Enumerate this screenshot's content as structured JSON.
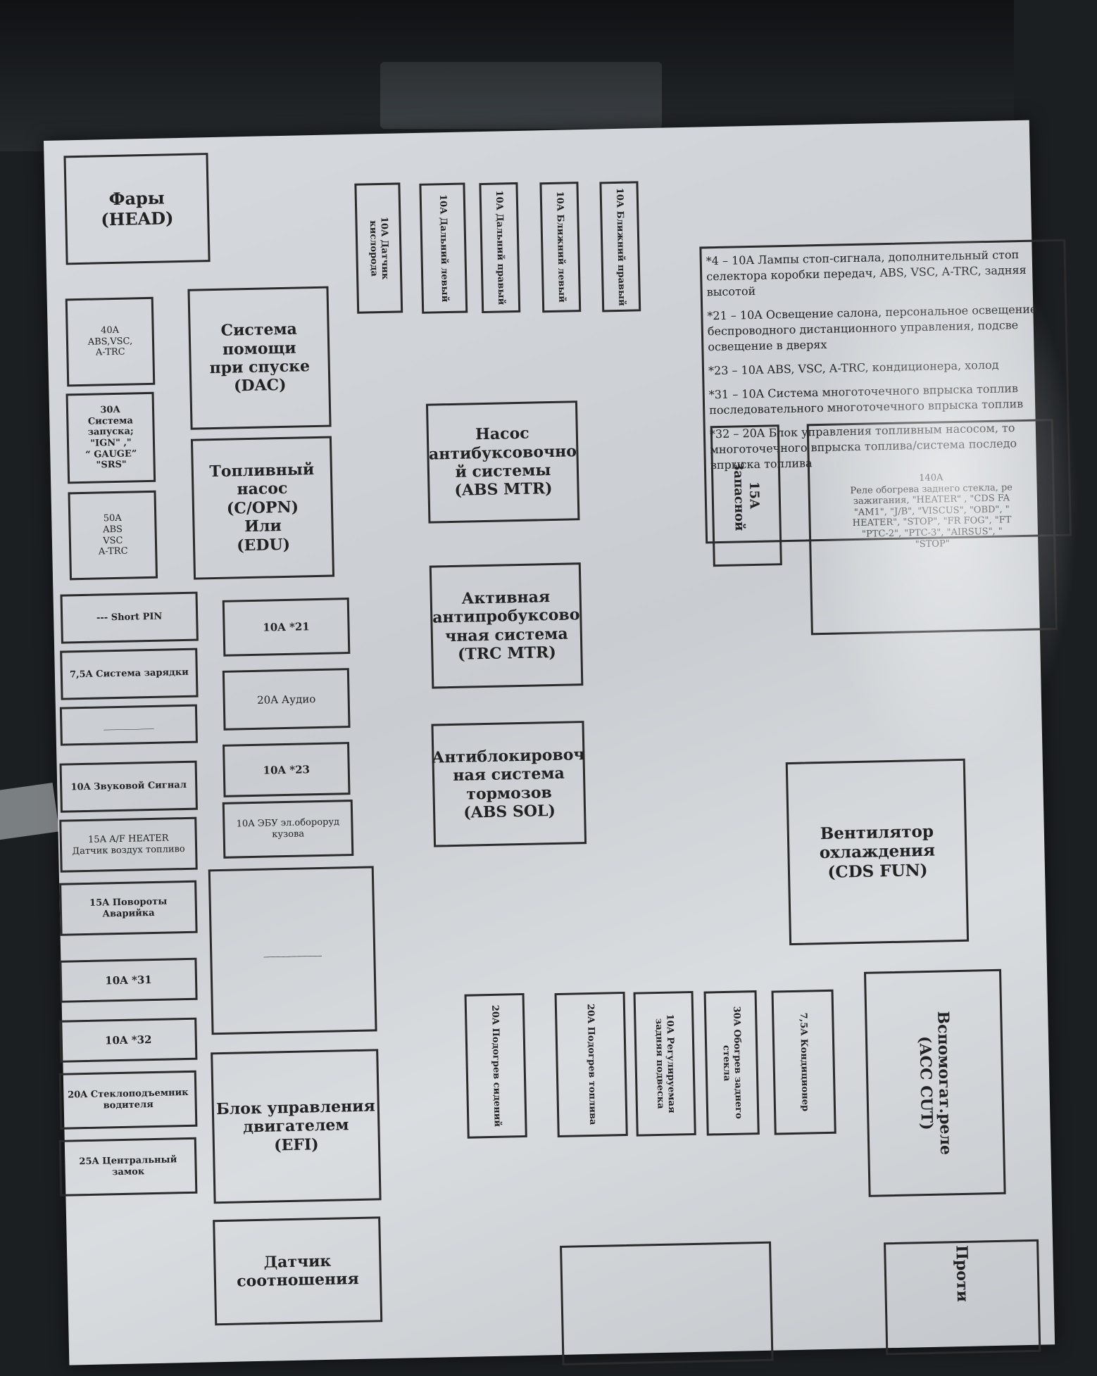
{
  "left_column": [
    {
      "id": "headlights",
      "text": "Фары\n(HEAD)"
    },
    {
      "id": "fuse-40a",
      "text": "40A\nABS,VSC,\nA-TRC"
    },
    {
      "id": "fuse-30a",
      "text": "30A\nСистема\nзапуска;\n\"IGN\" ,\"\n“ GAUGE”\n\"SRS\""
    },
    {
      "id": "fuse-50a",
      "text": "50A\nABS\nVSC\nA-TRC"
    },
    {
      "id": "short-pin",
      "text": "--- Short PIN"
    },
    {
      "id": "fuse-7-5a-charge",
      "text": "7,5A Система зарядки"
    },
    {
      "id": "blank-1",
      "text": "___________"
    },
    {
      "id": "fuse-10a-horn",
      "text": "10A Звуковой Сигнал"
    },
    {
      "id": "fuse-15a-af",
      "text": "15A A/F HEATER\nДатчик воздух топливо"
    },
    {
      "id": "fuse-15a-turn",
      "text": "15A Повороты\nАварийка"
    },
    {
      "id": "fuse-10a-31",
      "text": "10A *31"
    },
    {
      "id": "fuse-10a-32",
      "text": "10A *32"
    },
    {
      "id": "fuse-20a-window",
      "text": "20A Стеклоподъемник\nводителя"
    },
    {
      "id": "fuse-25a-lock",
      "text": "25A Центральный\nзамок"
    }
  ],
  "second_column": [
    {
      "id": "dac",
      "text": "Система помощи\nпри спуске\n(DAC)"
    },
    {
      "id": "fuel-pump",
      "text": "Топливный\nнасос\n(C/OPN)\nИли\n(EDU)"
    },
    {
      "id": "fuse-10a-21",
      "text": "10A *21"
    },
    {
      "id": "fuse-20a-audio",
      "text": "20A Аудио"
    },
    {
      "id": "fuse-10a-23",
      "text": "10A *23"
    },
    {
      "id": "fuse-10a-ecu",
      "text": "10A ЭБУ эл.обороруд\nкузова"
    },
    {
      "id": "blank-2",
      "text": "___________"
    },
    {
      "id": "efi",
      "text": "Блок управления\nдвигателем\n(EFI)"
    },
    {
      "id": "ratio-sensor",
      "text": "Датчик\nсоотношения"
    }
  ],
  "top_vertical": [
    "10A Датчик кислорода",
    "10A Дальний левый",
    "10A Дальний правый",
    "10A Ближний левый",
    "10A Ближний правый"
  ],
  "center_column": [
    {
      "id": "abs-mtr",
      "text": "Насос\nантибуксовочно\nй системы\n(ABS MTR)"
    },
    {
      "id": "trc-mtr",
      "text": "Активная\nантипробуксово\nчная система\n(TRC MTR)"
    },
    {
      "id": "abs-sol",
      "text": "Антиблокировоч\nная система\nтормозов\n(ABS SOL)"
    }
  ],
  "footnotes": [
    "*4 – 10A Лампы стоп-сигнала, дополнительный стоп",
    "селектора коробки передач, ABS, VSC, A-TRC, задняя",
    "высотой",
    "*21 – 10A Освещение салона, персональное освещение",
    "беспроводного дистанционного управления, подсве",
    "освещение в дверях",
    "*23 – 10A  ABS, VSC, A-TRC, кондиционера, холод",
    "*31 – 10A Система многоточечного впрыска топлив",
    "последовательного многоточечного впрыска топлив",
    "*32 – 20A Блок управления топливным насосом, то",
    "многоточечного впрыска топлива/система последо",
    "впрыска топлива"
  ],
  "right_area": {
    "spare": "15A\nЗапасной",
    "relay_140a": "140A\nРеле обогрева заднего стекла, ре\nзажигания, \"HEATER\" , \"CDS FA\n\"AM1\", \"J/B\", \"VISCUS\", \"OBD\", \"\nHEATER\", \"STOP\", \"FR FOG\", \"FT\n\"PTC-2\", \"PTC-3\", \"AIRSUS\", \"\n\"STOP\"",
    "cds_fan": "Вентилятор\nохлаждения\n(CDS FUN)",
    "acc_cut": "Вспомогат.реле\n(ACC CUT)",
    "partial": "Проти"
  },
  "bottom_vertical": [
    "20A Подогрев сидений",
    "20A Подогрев топлива",
    "10A Регулируемая задняя подвеска",
    "30A Обогрев заднего стекла",
    "7,5A Кондиционер"
  ]
}
